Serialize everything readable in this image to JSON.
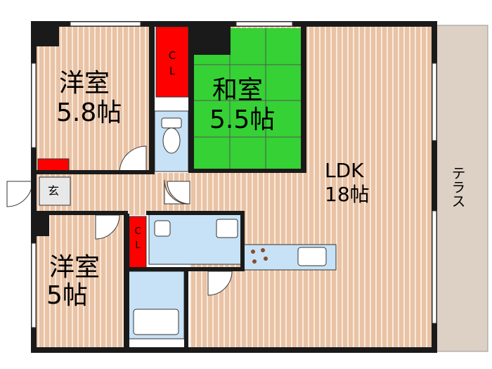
{
  "rooms": {
    "western_room_1": {
      "name": "洋室",
      "size": "5.8帖"
    },
    "japanese_room": {
      "name": "和室",
      "size": "5.5帖"
    },
    "ldk": {
      "name": "LDK",
      "size": "18帖"
    },
    "western_room_2": {
      "name": "洋室",
      "size": "5帖"
    },
    "entrance": "玄",
    "terrace": "テラス",
    "closet_1": [
      "C",
      "L"
    ],
    "closet_2": [
      "C",
      "L"
    ]
  },
  "colors": {
    "wood_floor": "#e9c3a6",
    "wood_stripe": "#ffffff",
    "tatami": "#35d135",
    "closet": "#ff0000",
    "wet_area": "#c7e2f6",
    "terrace": "#ddd0c4",
    "wall": "#1a1a1a"
  }
}
